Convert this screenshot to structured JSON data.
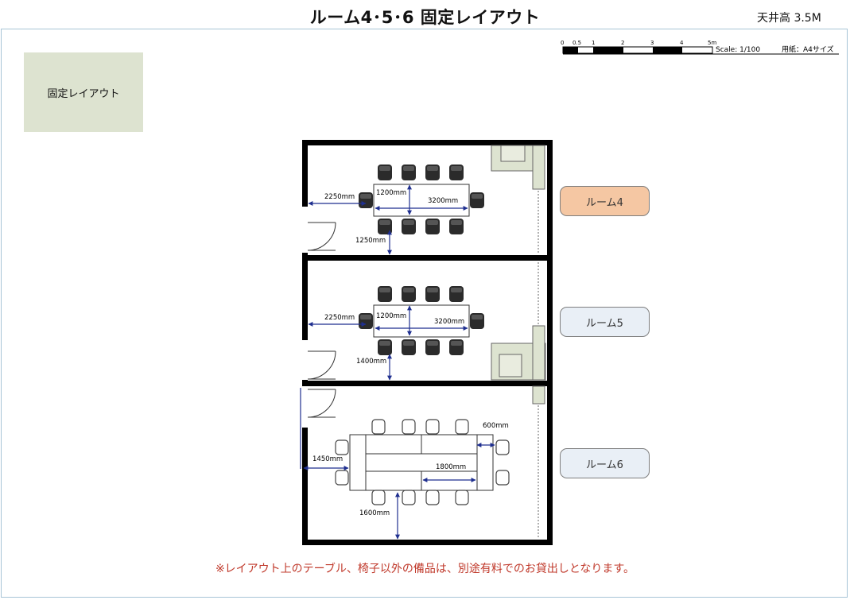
{
  "title": "ルーム4･5･6  固定レイアウト",
  "ceiling_height": "天井高  3.5M",
  "fixed_layout_label": "固定レイアウト",
  "scale_bar": {
    "ticks": [
      "0",
      "0.5",
      "1",
      "2",
      "3",
      "4",
      "5m"
    ],
    "scale_text": "Scale:  1/100",
    "paper_text": "用紙：A4サイズ"
  },
  "rooms": [
    {
      "label": "ルーム4",
      "color": "#f5c7a3"
    },
    {
      "label": "ルーム5",
      "color": "#e9eff6"
    },
    {
      "label": "ルーム6",
      "color": "#e9eff6"
    }
  ],
  "room4_dims": {
    "width": "1200mm",
    "length": "3200mm",
    "wall": "2250mm",
    "bottom": "1250mm"
  },
  "room5_dims": {
    "width": "1200mm",
    "length": "3200mm",
    "wall": "2250mm",
    "bottom": "1400mm"
  },
  "room6_dims": {
    "side": "600mm",
    "table": "1800mm",
    "wall": "1450mm",
    "bottom": "1600mm"
  },
  "note": "※レイアウト上のテーブル、椅子以外の備品は、別途有料でのお貸出しとなります。",
  "colors": {
    "dimension": "#1f2f8f",
    "accent_room": "#f5c7a3",
    "room_pill": "#e9eff6",
    "fixed_box": "#dde3d0",
    "note": "#c0392b"
  }
}
